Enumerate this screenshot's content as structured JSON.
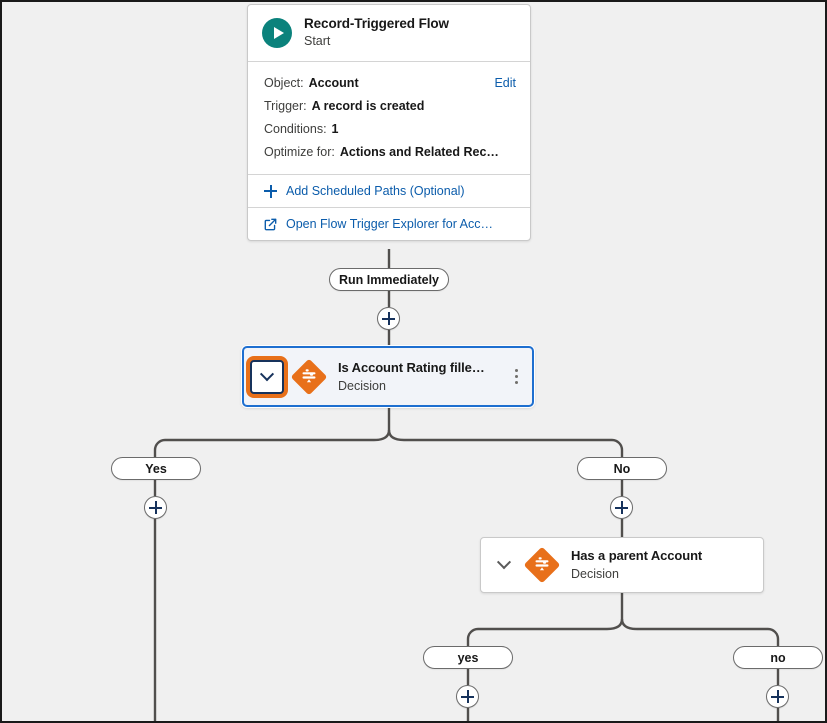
{
  "canvas": {
    "background": "#f0f0f0",
    "accent": "#0b5cab",
    "start_color": "#0b827c",
    "decision_color": "#e8701a",
    "selection_color": "#1e6fd0",
    "focus_ring_color": "#e8701a"
  },
  "start_node": {
    "icon": "play-icon",
    "title": "Record-Triggered Flow",
    "subtitle": "Start",
    "details": [
      {
        "label": "Object:",
        "value": "Account",
        "action": "Edit"
      },
      {
        "label": "Trigger:",
        "value": "A record is created"
      },
      {
        "label": "Conditions:",
        "value": "1"
      },
      {
        "label": "Optimize for:",
        "value": "Actions and Related Rec…"
      }
    ],
    "links": [
      {
        "icon": "plus-icon",
        "text": "Add Scheduled Paths (Optional)"
      },
      {
        "icon": "external-link-icon",
        "text": "Open Flow Trigger Explorer for Acc…"
      }
    ]
  },
  "path_pill": {
    "label": "Run Immediately"
  },
  "nodes": [
    {
      "id": "decision-1",
      "title": "Is Account Rating fille…",
      "subtitle": "Decision",
      "icon": "decision-diamond-icon",
      "selected": true,
      "collapse_icon": "chevron-down-icon",
      "menu_icon": "more-vertical-icon"
    },
    {
      "id": "decision-2",
      "title": "Has a parent Account",
      "subtitle": "Decision",
      "icon": "decision-diamond-icon",
      "selected": false,
      "collapse_icon": "chevron-down-icon"
    }
  ],
  "branches": {
    "decision_1": [
      {
        "label": "Yes"
      },
      {
        "label": "No"
      }
    ],
    "decision_2": [
      {
        "label": "yes"
      },
      {
        "label": "no"
      }
    ]
  },
  "add_buttons": [
    {
      "id": "add-main",
      "icon": "plus-icon"
    },
    {
      "id": "add-yes",
      "icon": "plus-icon"
    },
    {
      "id": "add-no",
      "icon": "plus-icon"
    },
    {
      "id": "add-yes2",
      "icon": "plus-icon"
    },
    {
      "id": "add-no2",
      "icon": "plus-icon"
    }
  ]
}
